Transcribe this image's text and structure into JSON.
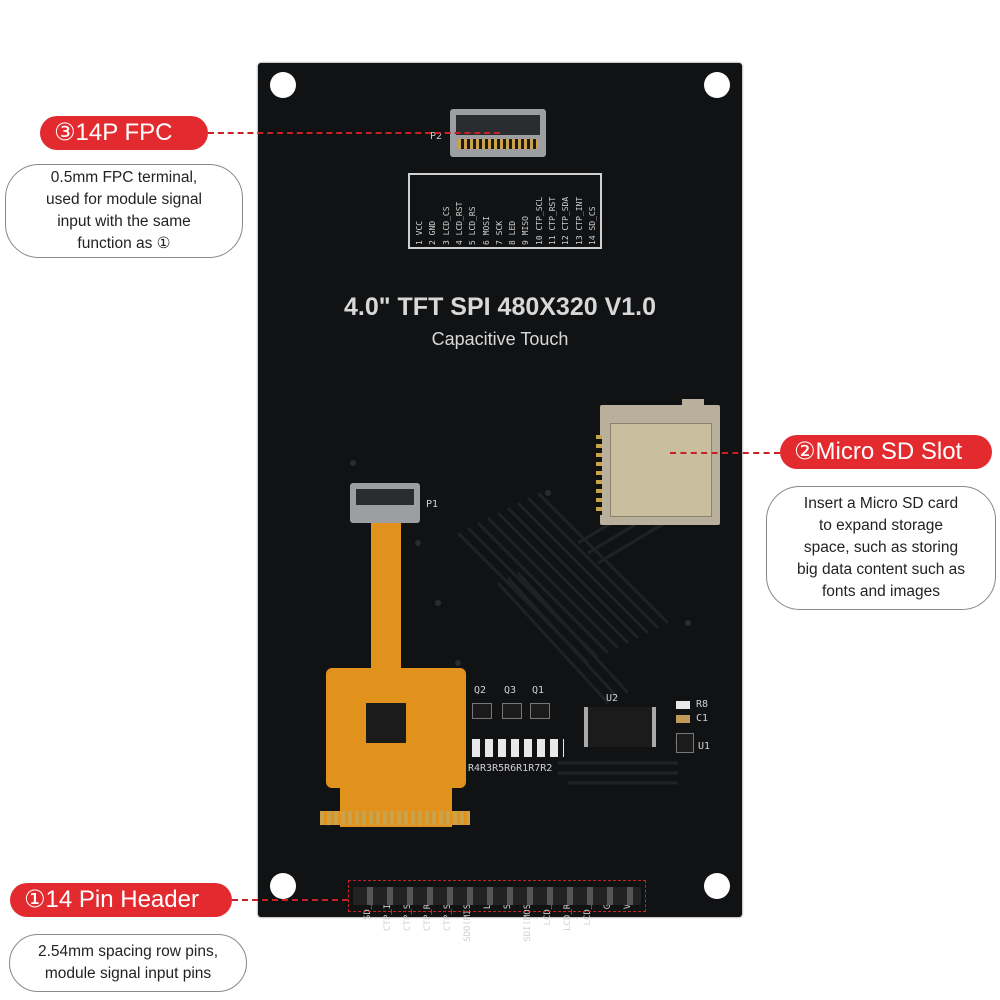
{
  "board": {
    "title": "4.0\" TFT SPI 480X320 V1.0",
    "subtitle": "Capacitive Touch",
    "pin_table": [
      {
        "num": "1",
        "name": "VCC"
      },
      {
        "num": "2",
        "name": "GND"
      },
      {
        "num": "3",
        "name": "LCD_CS"
      },
      {
        "num": "4",
        "name": "LCD_RST"
      },
      {
        "num": "5",
        "name": "LCD_RS"
      },
      {
        "num": "6",
        "name": "MOSI"
      },
      {
        "num": "7",
        "name": "SCK"
      },
      {
        "num": "8",
        "name": "LED"
      },
      {
        "num": "9",
        "name": "MISO"
      },
      {
        "num": "10",
        "name": "CTP_SCL"
      },
      {
        "num": "11",
        "name": "CTP_RST"
      },
      {
        "num": "12",
        "name": "CTP_SDA"
      },
      {
        "num": "13",
        "name": "CTP_INT"
      },
      {
        "num": "14",
        "name": "SD_CS"
      }
    ],
    "header_labels": [
      "SD_CS",
      "CTP_INT",
      "CTP_SDA",
      "CTP_RST",
      "CTP_SCL",
      "SDO(MISO)",
      "LED",
      "SCK",
      "SDI(MOSI)",
      "LCD_RS",
      "LCD_RST",
      "LCD_CS",
      "GND",
      "VCC"
    ],
    "silk": {
      "p2": "P2",
      "p1": "P1",
      "q2": "Q2",
      "q3": "Q3",
      "q1": "Q1",
      "u2": "U2",
      "r8": "R8",
      "c1": "C1",
      "u1": "U1",
      "resistors": "R4R3R5R6R1R7R2"
    }
  },
  "callouts": {
    "fpc": {
      "title": "③14P FPC",
      "desc": [
        "0.5mm FPC terminal,",
        "used for module signal",
        "input with the same",
        "function as ①"
      ]
    },
    "sd": {
      "title": "②Micro SD Slot",
      "desc": [
        "Insert a Micro SD card",
        "to expand storage",
        "space, such as storing",
        "big data content such as",
        "fonts and images"
      ]
    },
    "header": {
      "title": "①14 Pin Header",
      "desc": [
        "2.54mm spacing row pins,",
        "module signal input pins"
      ]
    }
  },
  "colors": {
    "accent": "#e32b2f",
    "pcb": "#111214",
    "gold": "#c9a24a",
    "flex": "#e0921c"
  }
}
